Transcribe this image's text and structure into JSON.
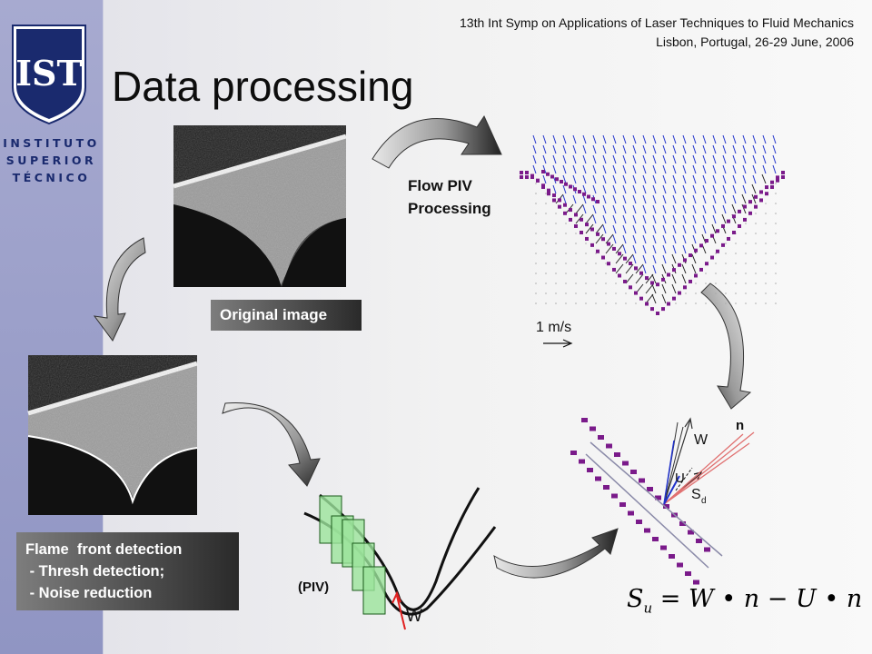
{
  "header": {
    "conference_line1": "13th Int Symp on Applications of Laser Techniques to Fluid Mechanics",
    "conference_line2": "Lisbon, Portugal, 26-29 June, 2006",
    "title": "Data processing"
  },
  "logo": {
    "monogram": "IST",
    "line1": "INSTITUTO",
    "line2": "SUPERIOR",
    "line3": "TÉCNICO"
  },
  "labels": {
    "original_image": "Original image",
    "flow_piv_1": "Flow PIV",
    "flow_piv_2": "Processing",
    "scale": "1  m/s",
    "piv": "(PIV)",
    "w": "W",
    "flame_title": "Flame  front detection",
    "flame_item1": " - Thresh detection;",
    "flame_item2": " - Noise reduction"
  },
  "diagram": {
    "w": "W",
    "n": "n",
    "u": "U",
    "s": "S",
    "s_sub": "d"
  },
  "formula": {
    "s": "S",
    "sub": "u",
    "rest": " = W • n − U • n"
  },
  "colors": {
    "sidebar": "#9ea3cb",
    "logo_blue": "#1a2a6e",
    "flame_marker": "#7a1a8a",
    "vector_blue": "#2233cc",
    "window_green": "#9be39b"
  }
}
